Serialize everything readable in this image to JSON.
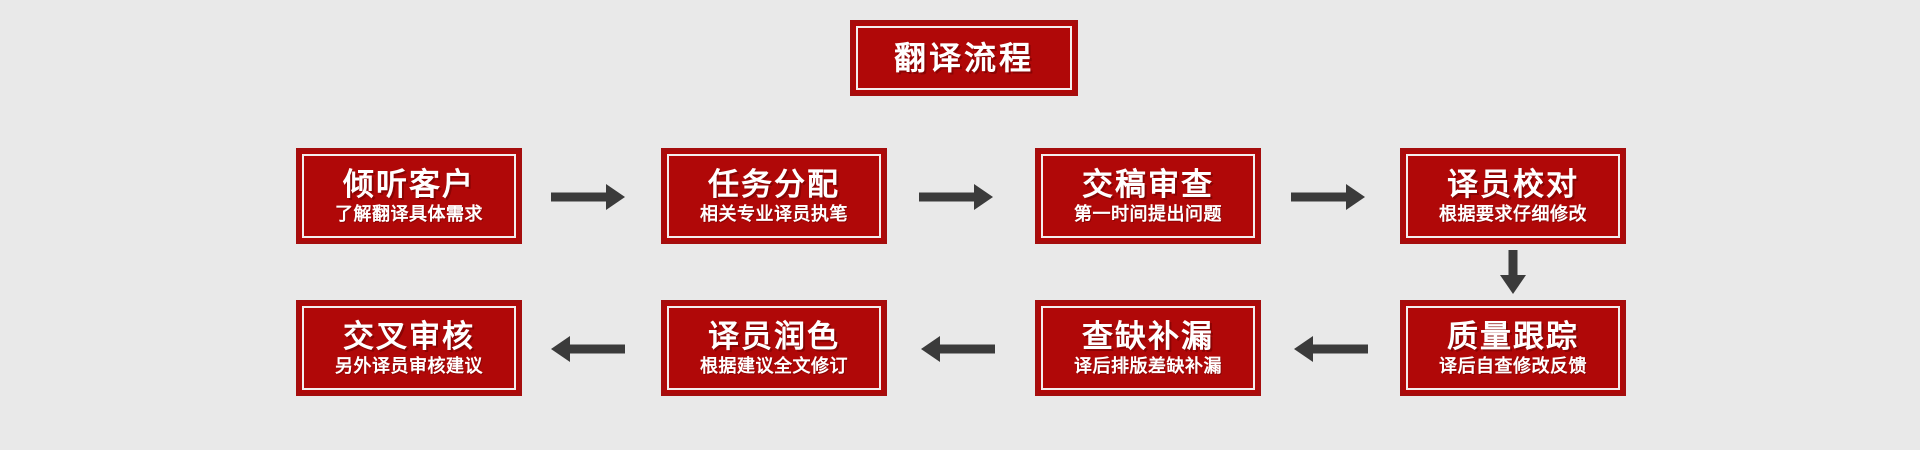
{
  "diagram": {
    "background_color": "#e9e9e9",
    "box_fill_color": "#b00808",
    "box_border_color": "#a50d0d",
    "box_inner_border_color": "#f3eeee",
    "arrow_color": "#3b3b3b",
    "text_color": "#ffffff",
    "title": {
      "label": "翻译流程"
    },
    "steps": [
      {
        "index": 1,
        "title": "倾听客户",
        "subtitle": "了解翻译具体需求"
      },
      {
        "index": 2,
        "title": "任务分配",
        "subtitle": "相关专业译员执笔"
      },
      {
        "index": 3,
        "title": "交稿审查",
        "subtitle": "第一时间提出问题"
      },
      {
        "index": 4,
        "title": "译员校对",
        "subtitle": "根据要求仔细修改"
      },
      {
        "index": 5,
        "title": "质量跟踪",
        "subtitle": "译后自查修改反馈"
      },
      {
        "index": 6,
        "title": "查缺补漏",
        "subtitle": "译后排版差缺补漏"
      },
      {
        "index": 7,
        "title": "译员润色",
        "subtitle": "根据建议全文修订"
      },
      {
        "index": 8,
        "title": "交叉审核",
        "subtitle": "另外译员审核建议"
      }
    ],
    "connectors": [
      {
        "name": "arrow-step1-to-step2",
        "direction": "right"
      },
      {
        "name": "arrow-step2-to-step3",
        "direction": "right"
      },
      {
        "name": "arrow-step3-to-step4",
        "direction": "right"
      },
      {
        "name": "arrow-step4-to-step5",
        "direction": "down"
      },
      {
        "name": "arrow-step5-to-step6",
        "direction": "left"
      },
      {
        "name": "arrow-step6-to-step7",
        "direction": "left"
      },
      {
        "name": "arrow-step7-to-step8",
        "direction": "left"
      }
    ]
  }
}
